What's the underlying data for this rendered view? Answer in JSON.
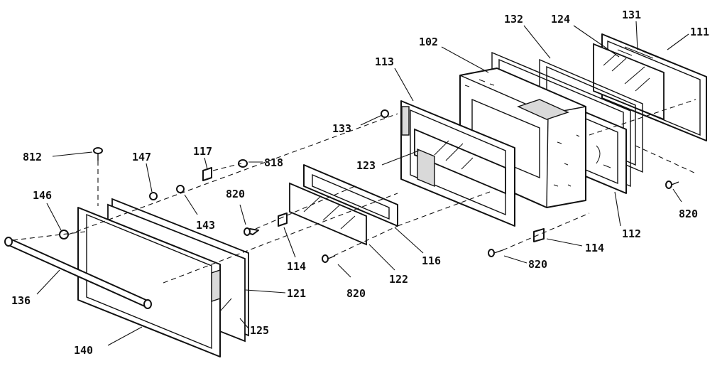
{
  "labels": {
    "l102": "102",
    "l132": "132",
    "l124": "124",
    "l131": "131",
    "l111": "111",
    "l113": "113",
    "l133": "133",
    "l123": "123",
    "l812": "812",
    "l147": "147",
    "l117": "117",
    "l818": "818",
    "l146": "146",
    "l143": "143",
    "l820a": "820",
    "l820b": "820",
    "l820c": "820",
    "l820d": "820",
    "l114a": "114",
    "l114b": "114",
    "l112": "112",
    "l116": "116",
    "l122": "122",
    "l121": "121",
    "l125": "125",
    "l136": "136",
    "l140": "140"
  }
}
